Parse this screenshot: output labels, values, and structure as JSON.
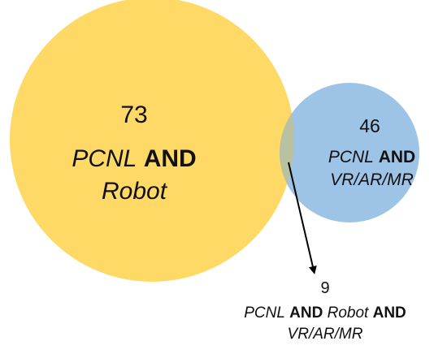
{
  "colors": {
    "left_circle": "#FFD966",
    "right_circle": "#9DC3E6",
    "overlap": "#B8C2A0",
    "arrow": "#000000"
  },
  "sets": {
    "left": {
      "count": "73",
      "term1": "PCNL",
      "op": "AND",
      "term2": "Robot"
    },
    "right": {
      "count": "46",
      "term1": "PCNL",
      "op": "AND",
      "term2": "VR/AR/MR"
    },
    "intersection": {
      "count": "9",
      "term1": "PCNL",
      "op1": "AND",
      "term2": "Robot",
      "op2": "AND",
      "term3": "VR/AR/MR"
    }
  }
}
